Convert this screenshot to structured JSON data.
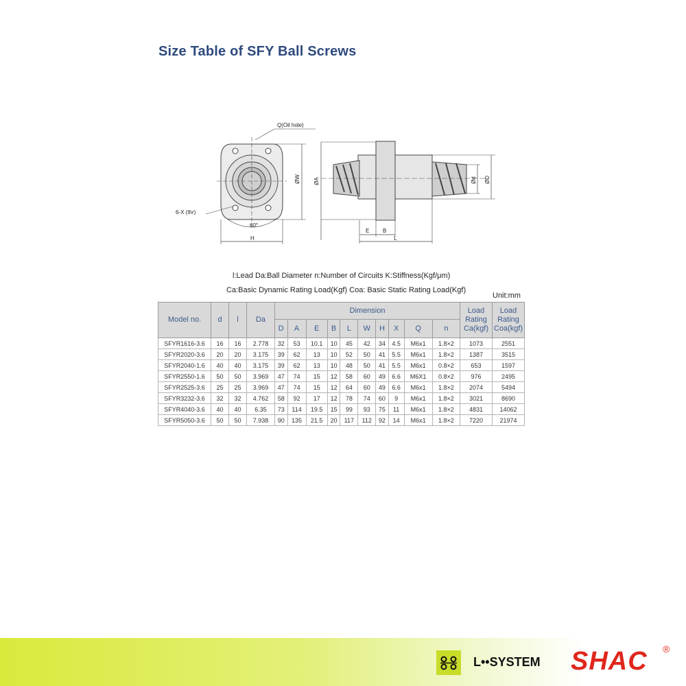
{
  "title": "Size Table of SFY Ball Screws",
  "drawing_labels": {
    "oil_hole": "Q(Oil hole)",
    "thread": "6-X (thr)",
    "angle": "60°",
    "h": "H",
    "w": "ØW",
    "a": "ØA",
    "e": "E",
    "b": "B",
    "l": "L",
    "d_small": "Ød",
    "d_big": "ØD"
  },
  "legend_line1": "l:Lead   Da:Ball Diameter   n:Number of Circuits   K:Stiffness(Kgf/μm)",
  "legend_line2": "Ca:Basic Dynamic Rating Load(Kgf)   Coa: Basic Static Rating Load(Kgf)",
  "unit": "Unit:mm",
  "table": {
    "head": {
      "model": "Model no.",
      "d": "d",
      "l": "l",
      "da": "Da",
      "dimension": "Dimension",
      "load1": "Load Rating Ca(kgf)",
      "load2": "Load Rating Coa(kgf)",
      "sub": [
        "D",
        "A",
        "E",
        "B",
        "L",
        "W",
        "H",
        "X",
        "Q",
        "n"
      ]
    },
    "rows": [
      [
        "SFYR1616-3.6",
        "16",
        "16",
        "2.778",
        "32",
        "53",
        "10.1",
        "10",
        "45",
        "42",
        "34",
        "4.5",
        "M6x1",
        "1.8×2",
        "1073",
        "2551"
      ],
      [
        "SFYR2020-3.6",
        "20",
        "20",
        "3.175",
        "39",
        "62",
        "13",
        "10",
        "52",
        "50",
        "41",
        "5.5",
        "M6x1",
        "1.8×2",
        "1387",
        "3515"
      ],
      [
        "SFYR2040-1.6",
        "40",
        "40",
        "3.175",
        "39",
        "62",
        "13",
        "10",
        "48",
        "50",
        "41",
        "5.5",
        "M6x1",
        "0.8×2",
        "653",
        "1597"
      ],
      [
        "SFYR2550-1.6",
        "50",
        "50",
        "3.969",
        "47",
        "74",
        "15",
        "12",
        "58",
        "60",
        "49",
        "6.6",
        "M6X1",
        "0.8×2",
        "976",
        "2495"
      ],
      [
        "SFYR2525-3.6",
        "25",
        "25",
        "3.969",
        "47",
        "74",
        "15",
        "12",
        "64",
        "60",
        "49",
        "6.6",
        "M6x1",
        "1.8×2",
        "2074",
        "5494"
      ],
      [
        "SFYR3232-3.6",
        "32",
        "32",
        "4.762",
        "58",
        "92",
        "17",
        "12",
        "78",
        "74",
        "60",
        "9",
        "M6x1",
        "1.8×2",
        "3021",
        "8690"
      ],
      [
        "SFYR4040-3.6",
        "40",
        "40",
        "6.35",
        "73",
        "114",
        "19.5",
        "15",
        "99",
        "93",
        "75",
        "11",
        "M6x1",
        "1.8×2",
        "4831",
        "14062"
      ],
      [
        "SFYR5050-3.6",
        "50",
        "50",
        "7.938",
        "90",
        "135",
        "21.5",
        "20",
        "117",
        "112",
        "92",
        "14",
        "M6x1",
        "1.8×2",
        "7220",
        "21974"
      ]
    ]
  },
  "footer": {
    "lsystem": "L••SYSTEM",
    "brand": "SHAC",
    "reg": "®"
  },
  "colors": {
    "title": "#2e4a7d",
    "header_bg": "#d9d9d9",
    "header_text": "#3b5a8c",
    "brand_red": "#e0261c",
    "bar_green": "#d9ea3c"
  }
}
